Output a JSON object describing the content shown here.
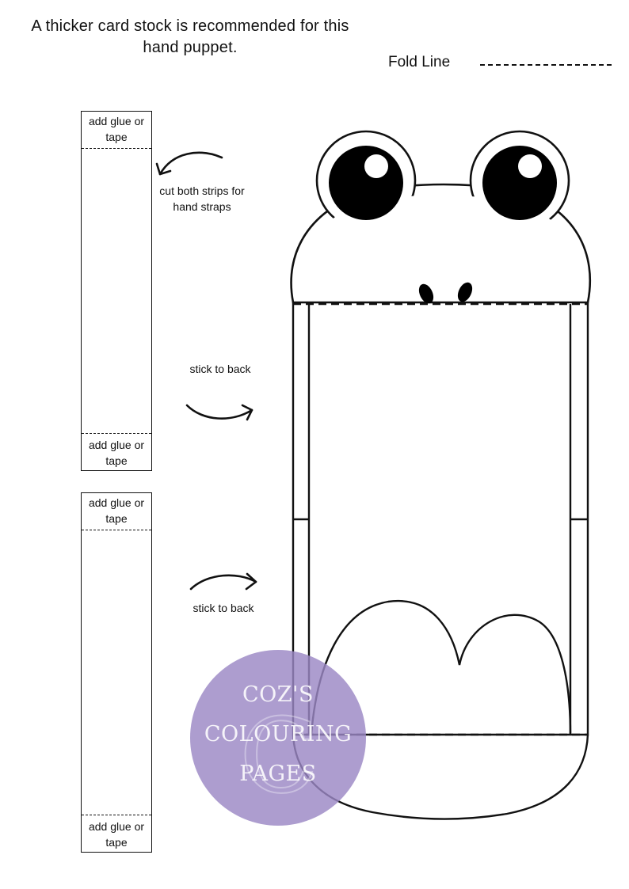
{
  "header": {
    "instruction": "A thicker card stock is recommended for this hand puppet.",
    "fold_line_label": "Fold Line"
  },
  "strips": [
    {
      "top_label": "add glue or tape",
      "bottom_label": "add glue or tape"
    },
    {
      "top_label": "add glue or tape",
      "bottom_label": "add glue or tape"
    }
  ],
  "annotations": {
    "cut_strips": "cut both strips for hand straps",
    "stick_to_back_1": "stick to back",
    "stick_to_back_2": "stick to back"
  },
  "watermark": {
    "line1": "COZ'S",
    "line2": "COLOURING",
    "line3": "PAGES",
    "color": "#9b87c4"
  },
  "colors": {
    "ink": "#111111",
    "paper": "#ffffff"
  }
}
